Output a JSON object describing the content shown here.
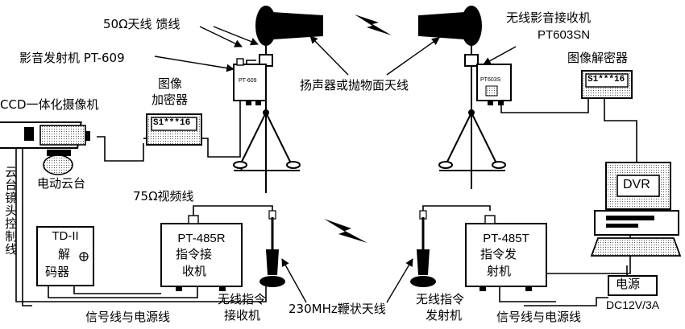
{
  "labels": {
    "antenna_left_title": "50Ω天线  馈线",
    "av_transmitter": "影音发射机 PT-609",
    "image_encryptor_line1": "图像",
    "image_encryptor_line2": "加密器",
    "ccd_camera": "CCD一体化摄像机",
    "pan_tilt": "电动云台",
    "video_cable": "75Ω视频线",
    "control_cable_vertical": "云台镜头控制线",
    "speaker_dish_antenna": "扬声器或抛物面天线",
    "av_receiver_line1": "无线影音接收机",
    "av_receiver_line2": "PT603SN",
    "image_decryptor": "图像解密器",
    "td_box_line1": "TD-II",
    "td_box_line2": "解",
    "td_box_line3": "码器",
    "pt485r_line1": "PT-485R",
    "pt485r_line2": "指令接",
    "pt485r_line3": "收机",
    "pt485t_line1": "PT-485T",
    "pt485t_line2": "指令发",
    "pt485t_line3": "射机",
    "wireless_cmd_receiver_line1": "无线指令",
    "wireless_cmd_receiver_line2": "接收机",
    "whip_antenna": "230MHz鞭状天线",
    "wireless_cmd_transmitter_line1": "无线指令",
    "wireless_cmd_transmitter_line2": "发射机",
    "signal_power_left": "信号线与电源线",
    "signal_power_right": "信号线与电源线",
    "power_supply": "电源",
    "power_rating": "DC12V/3A",
    "dvr": "DVR",
    "pt609_small": "PT-609",
    "pt603s_small": "PT603S",
    "encryptor_code": "S1***16",
    "decryptor_code": "S1***16"
  }
}
